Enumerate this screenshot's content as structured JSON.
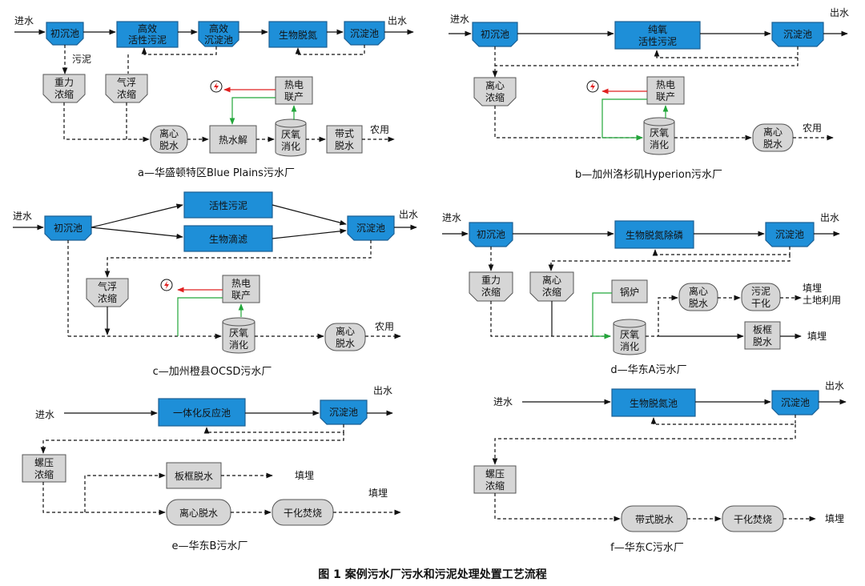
{
  "colors": {
    "process_blue": "#1e8fd8",
    "equipment_gray": "#d6d6d6",
    "biogas_green": "#22a63a",
    "power_red": "#e02020"
  },
  "a": {
    "inflow": "进水",
    "outflow": "出水",
    "primary": "初沉池",
    "hr_as_1": "高效",
    "hr_as_2": "活性污泥",
    "hr_clar_1": "高效",
    "hr_clar_2": "沉淀池",
    "bnr": "生物脱氮",
    "final_clar": "沉淀池",
    "sludge": "污泥",
    "grav_1": "重力",
    "grav_2": "浓缩",
    "daf_1": "气浮",
    "daf_2": "浓缩",
    "chp_1": "热电",
    "chp_2": "联产",
    "centrifuge_1": "离心",
    "centrifuge_2": "脱水",
    "thp": "热水解",
    "ad_1": "厌氧",
    "ad_2": "消化",
    "belt_1": "带式",
    "belt_2": "脱水",
    "reuse": "农用",
    "caption": "a—华盛顿特区Blue Plains污水厂"
  },
  "b": {
    "inflow": "进水",
    "outflow": "出水",
    "primary": "初沉池",
    "hpo_1": "纯氧",
    "hpo_2": "活性污泥",
    "final_clar": "沉淀池",
    "cthk_1": "离心",
    "cthk_2": "浓缩",
    "chp_1": "热电",
    "chp_2": "联产",
    "ad_1": "厌氧",
    "ad_2": "消化",
    "cdw_1": "离心",
    "cdw_2": "脱水",
    "reuse": "农用",
    "caption": "b—加州洛杉矶Hyperion污水厂"
  },
  "c": {
    "inflow": "进水",
    "outflow": "出水",
    "primary": "初沉池",
    "as": "活性污泥",
    "tf": "生物滴滤",
    "final_clar": "沉淀池",
    "daf_1": "气浮",
    "daf_2": "浓缩",
    "chp_1": "热电",
    "chp_2": "联产",
    "ad_1": "厌氧",
    "ad_2": "消化",
    "cdw_1": "离心",
    "cdw_2": "脱水",
    "reuse": "农用",
    "caption": "c—加州橙县OCSD污水厂"
  },
  "d": {
    "inflow": "进水",
    "outflow": "出水",
    "primary": "初沉池",
    "bnr": "生物脱氮除磷",
    "final_clar": "沉淀池",
    "grav_1": "重力",
    "grav_2": "浓缩",
    "cthk_1": "离心",
    "cthk_2": "浓缩",
    "boiler": "锅炉",
    "ad_1": "厌氧",
    "ad_2": "消化",
    "cdw_1": "离心",
    "cdw_2": "脱水",
    "dry_1": "污泥",
    "dry_2": "干化",
    "landfill_reuse_1": "填埋",
    "landfill_reuse_2": "土地利用",
    "pf_1": "板框",
    "pf_2": "脱水",
    "landfill": "填埋",
    "caption": "d—华东A污水厂"
  },
  "e": {
    "inflow": "进水",
    "outflow": "出水",
    "reactor": "一体化反应池",
    "final_clar": "沉淀池",
    "screw_1": "螺压",
    "screw_2": "浓缩",
    "pf": "板框脱水",
    "landfill_1": "填埋",
    "cdw": "离心脱水",
    "dry": "干化焚烧",
    "landfill_2": "填埋",
    "caption": "e—华东B污水厂"
  },
  "f": {
    "inflow": "进水",
    "outflow": "出水",
    "bnr": "生物脱氮池",
    "final_clar": "沉淀池",
    "screw_1": "螺压",
    "screw_2": "浓缩",
    "belt": "带式脱水",
    "dry": "干化焚烧",
    "landfill": "填埋",
    "caption": "f—华东C污水厂"
  },
  "figure_title": "图 1   案例污水厂污水和污泥处理处置工艺流程"
}
